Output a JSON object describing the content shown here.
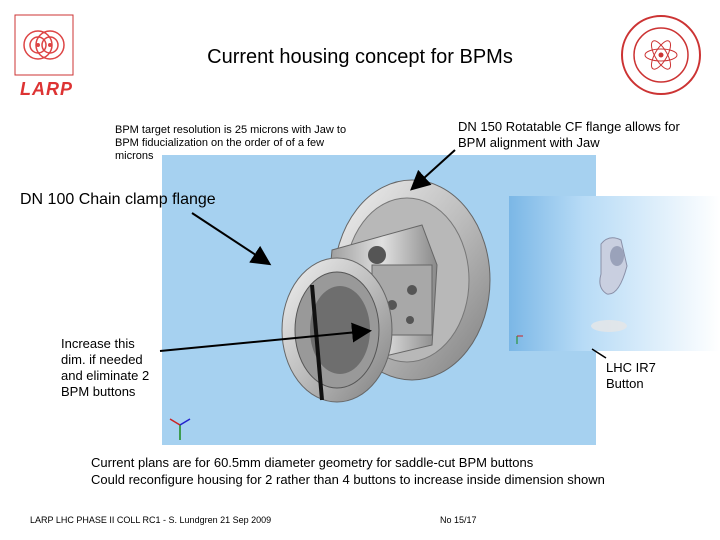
{
  "slide": {
    "title": "Current housing concept for BPMs",
    "logo_left_text": "LARP",
    "note_resolution": "BPM target resolution is 25 microns with Jaw to BPM fiducialization on the order of of a few microns",
    "note_rotatable": "DN 150 Rotatable CF flange allows for BPM alignment with Jaw",
    "label_chain_clamp": "DN 100 Chain clamp flange",
    "note_increase": "Increase this dim. if needed and eliminate 2 BPM buttons",
    "label_button": "LHC IR7 Button",
    "plans_line1": "Current plans are for 60.5mm diameter geometry for saddle-cut BPM buttons",
    "plans_line2": "Could reconfigure housing for 2 rather than 4 buttons to increase inside dimension shown",
    "footer_left": "LARP LHC PHASE II COLL RC1 - S. Lundgren 21 Sep 2009",
    "footer_page": "No 15/17"
  },
  "colors": {
    "render_bg": "#a6d1f0",
    "larp_red": "#d33333"
  }
}
